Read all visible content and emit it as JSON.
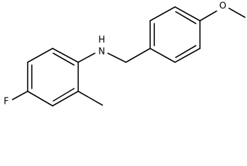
{
  "molecule": {
    "atom_labels": {
      "nitrogen": "N",
      "hydrogen": "H",
      "fluorine": "F",
      "oxygen": "O"
    }
  }
}
